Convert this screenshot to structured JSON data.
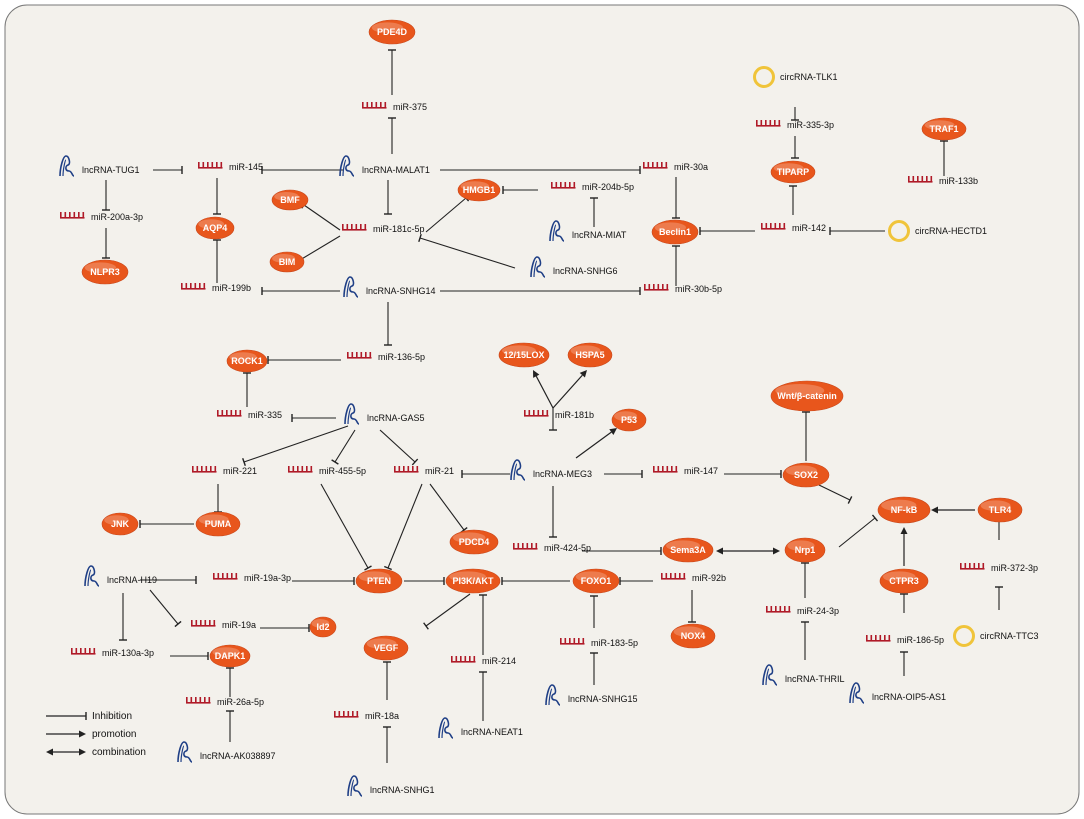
{
  "colors": {
    "background": "#f3f1ec",
    "node_fill": "#e8561c",
    "mirna_marks": "#b01a28",
    "lncrna_icon": "#1f3f86",
    "circrna_ring": "#f0c43a",
    "line": "#222222"
  },
  "nodes": {
    "PDE4D": "PDE4D",
    "miR375": "miR-375",
    "TUG1": "lncRNA-TUG1",
    "miR145": "miR-145",
    "MALAT1": "lncRNA-MALAT1",
    "miR30a": "miR-30a",
    "TLK1": "circRNA-TLK1",
    "miR3353p": "miR-335-3p",
    "TRAF1": "TRAF1",
    "BMF": "BMF",
    "HMGB1": "HMGB1",
    "miR204b": "miR-204b-5p",
    "TIPARP": "TIPARP",
    "miR133b": "miR-133b",
    "miR200a": "miR-200a-3p",
    "AQP4": "AQP4",
    "miR181c": "miR-181c-5p",
    "MIAT": "lncRNA-MIAT",
    "Beclin1": "Beclin1",
    "miR142": "miR-142",
    "HECTD1": "circRNA-HECTD1",
    "NLPR3": "NLPR3",
    "BIM": "BIM",
    "SNHG6": "lncRNA-SNHG6",
    "miR199b": "miR-199b",
    "SNHG14": "lncRNA-SNHG14",
    "miR30b": "miR-30b-5p",
    "ROCK1": "ROCK1",
    "miR136": "miR-136-5p",
    "LOX": "12/15LOX",
    "HSPA5": "HSPA5",
    "miR335": "miR-335",
    "GAS5": "lncRNA-GAS5",
    "miR181b": "miR-181b",
    "P53": "P53",
    "Wnt": "Wnt/β-catenin",
    "miR221": "miR-221",
    "miR455": "miR-455-5p",
    "miR21": "miR-21",
    "MEG3": "lncRNA-MEG3",
    "miR147": "miR-147",
    "SOX2": "SOX2",
    "NFkB": "NF-kB",
    "TLR4": "TLR4",
    "JNK": "JNK",
    "PUMA": "PUMA",
    "PDCD4": "PDCD4",
    "miR424": "miR-424-5p",
    "Sema3A": "Sema3A",
    "Nrp1": "Nrp1",
    "H19": "lncRNA-H19",
    "miR19a3p": "miR-19a-3p",
    "PTEN": "PTEN",
    "PI3K": "PI3K/AKT",
    "FOXO1": "FOXO1",
    "miR92b": "miR-92b",
    "CTPR3": "CTPR3",
    "miR372": "miR-372-3p",
    "miR19a": "miR-19a",
    "Id2": "Id2",
    "miR183": "miR-183-5p",
    "NOX4": "NOX4",
    "miR243p": "miR-24-3p",
    "miR186": "miR-186-5p",
    "TTC3": "circRNA-TTC3",
    "miR130a": "miR-130a-3p",
    "DAPK1": "DAPK1",
    "VEGF": "VEGF",
    "miR214": "miR-214",
    "SNHG15": "lncRNA-SNHG15",
    "THRIL": "lncRNA-THRIL",
    "OIP5": "lncRNA-OIP5-AS1",
    "miR26a": "miR-26a-5p",
    "miR18a": "miR-18a",
    "NEAT1": "lncRNA-NEAT1",
    "AK038897": "lncRNA-AK038897",
    "SNHG1": "lncRNA-SNHG1"
  },
  "legend": {
    "inhibition": "Inhibition",
    "promotion": "promotion",
    "combination": "combination"
  }
}
